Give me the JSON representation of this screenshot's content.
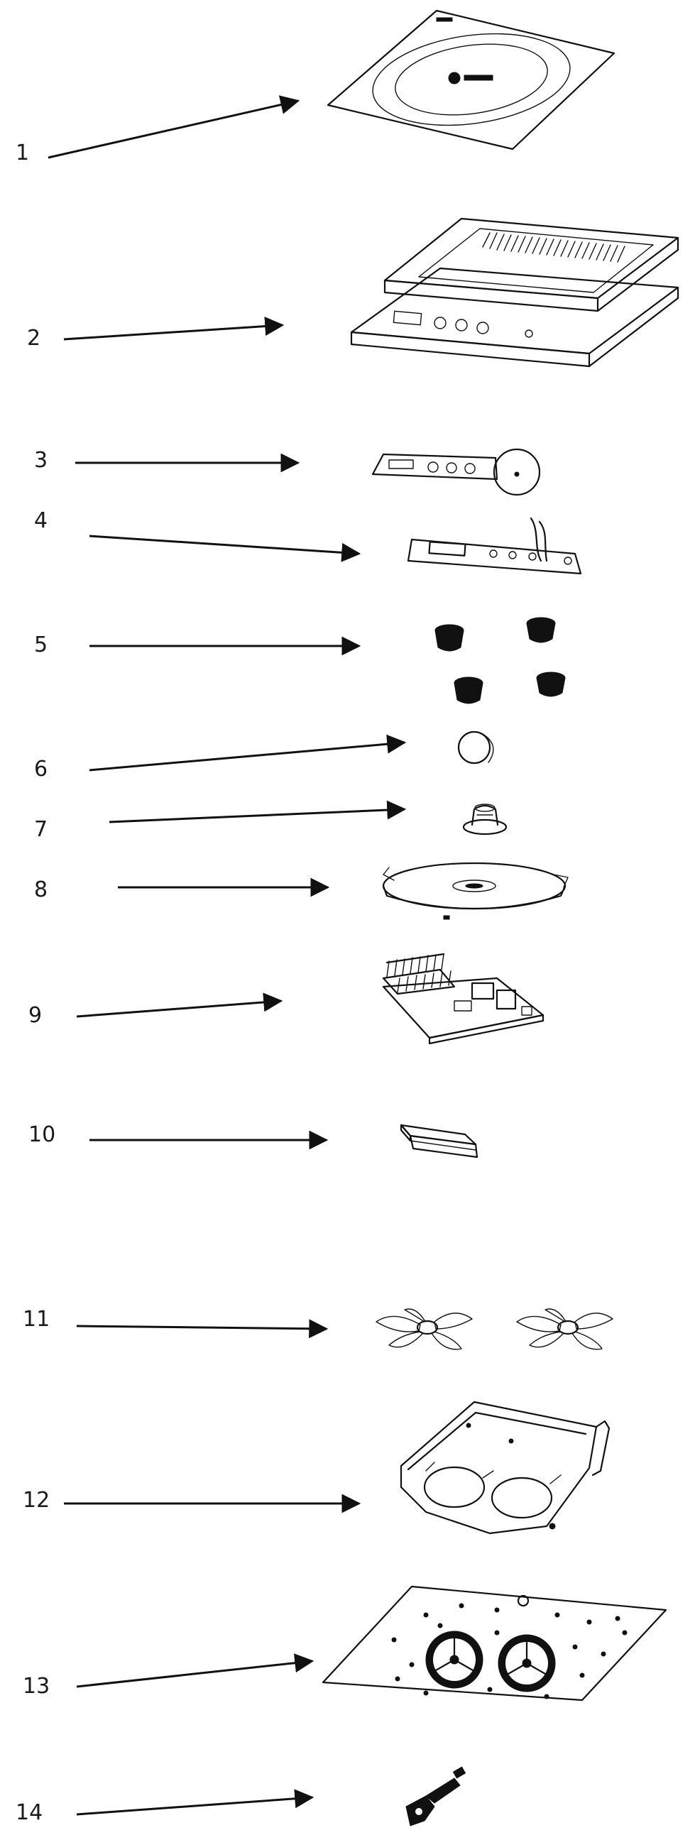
{
  "parts": [
    {
      "label": "1",
      "icon": "glass-top-plate-icon"
    },
    {
      "label": "2",
      "icon": "upper-housing-icon"
    },
    {
      "label": "3",
      "icon": "control-panel-overlay-icon"
    },
    {
      "label": "4",
      "icon": "display-pcb-icon"
    },
    {
      "label": "5",
      "icon": "rubber-feet-icon"
    },
    {
      "label": "6",
      "icon": "temperature-sensor-disc-icon"
    },
    {
      "label": "7",
      "icon": "sensor-holder-icon"
    },
    {
      "label": "8",
      "icon": "induction-coil-icon"
    },
    {
      "label": "9",
      "icon": "power-board-icon"
    },
    {
      "label": "10",
      "icon": "insulation-pad-icon"
    },
    {
      "label": "11",
      "icon": "fan-blades-icon"
    },
    {
      "label": "12",
      "icon": "fan-bracket-icon"
    },
    {
      "label": "13",
      "icon": "bottom-plate-icon"
    },
    {
      "label": "14",
      "icon": "power-cord-clamp-icon"
    }
  ]
}
